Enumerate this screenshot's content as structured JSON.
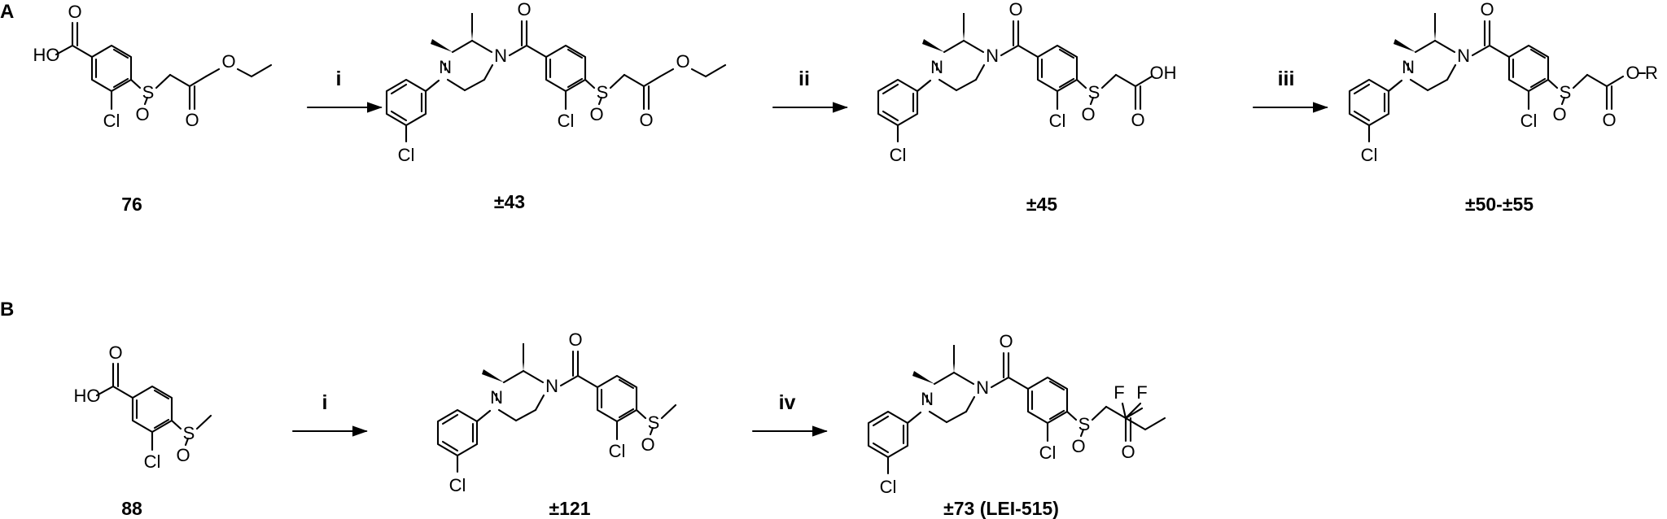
{
  "panels": {
    "a": "A",
    "b": "B"
  },
  "steps": {
    "i": "i",
    "ii": "ii",
    "iii": "iii",
    "iv": "iv"
  },
  "compounds": {
    "c76": "76",
    "c43": "±43",
    "c45": "±45",
    "c50": "±50-±55",
    "c88": "88",
    "c121": "±121",
    "c73": "±73 (LEI-515)"
  },
  "atoms": {
    "ho": "HO",
    "oh": "OH",
    "cl": "Cl",
    "n": "N",
    "s": "S",
    "o": "O",
    "r": "R",
    "f": "F"
  }
}
